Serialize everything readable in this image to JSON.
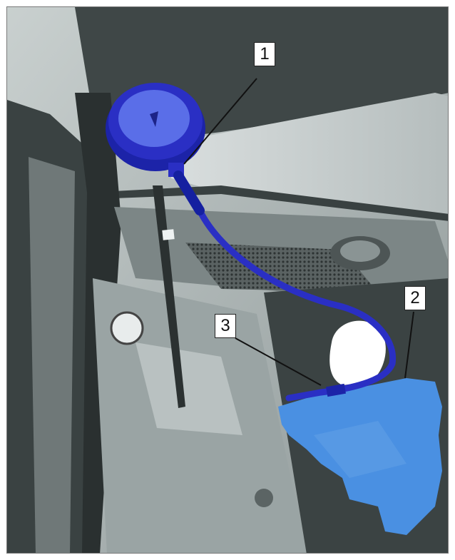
{
  "callouts": [
    {
      "label": "1"
    },
    {
      "label": "2"
    },
    {
      "label": "3"
    }
  ],
  "colors": {
    "highlight_dark_blue": "#2a2fc4",
    "highlight_light_blue": "#4a90e2",
    "photo_base": "#a9b3b3"
  }
}
